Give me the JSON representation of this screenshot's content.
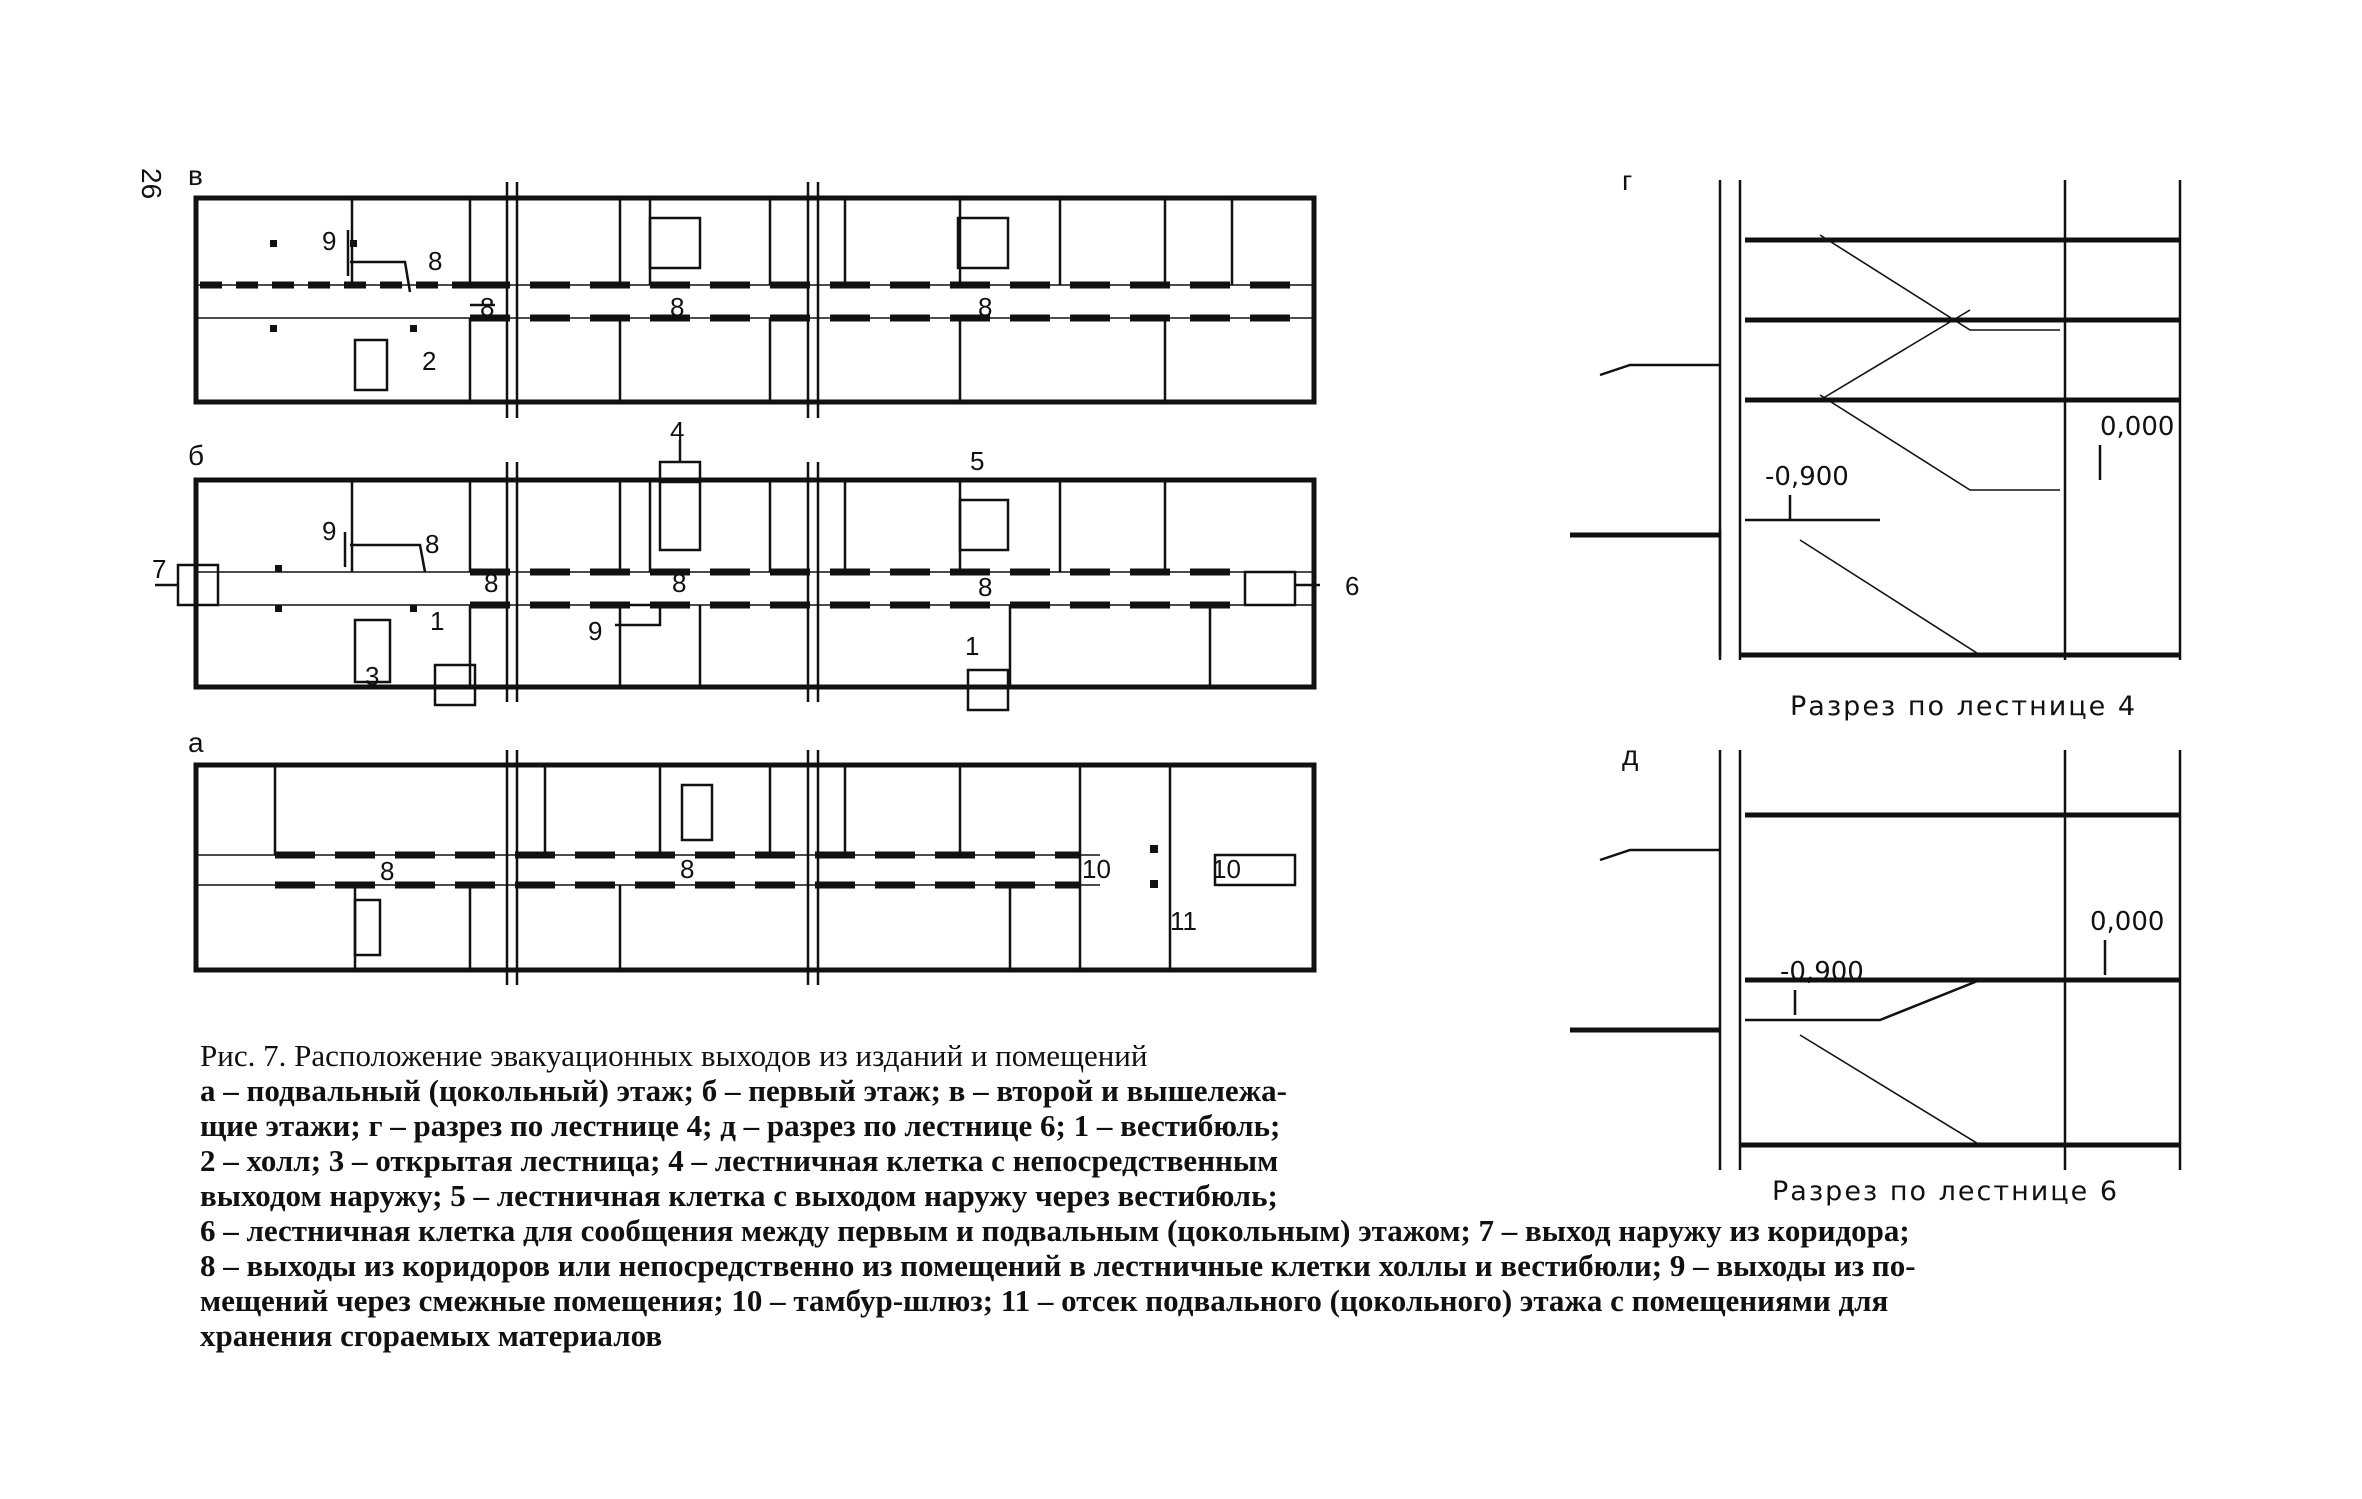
{
  "page_number": "26",
  "plans": {
    "v": {
      "label": "в"
    },
    "b": {
      "label": "б"
    },
    "a": {
      "label": "а"
    }
  },
  "plan_v_numbers": {
    "n9": "9",
    "n8a": "8",
    "n8b": "8",
    "n8c": "8",
    "n8d": "8",
    "n2": "2"
  },
  "plan_b_numbers": {
    "n4": "4",
    "n5": "5",
    "n9a": "9",
    "n8a": "8",
    "n7": "7",
    "n8b": "8",
    "n8c": "8",
    "n8d": "8",
    "n6": "6",
    "n1a": "1",
    "n9b": "9",
    "n1b": "1",
    "n3": "3"
  },
  "plan_a_numbers": {
    "n8a": "8",
    "n8b": "8",
    "n10a": "10",
    "n10b": "10",
    "n11": "11"
  },
  "sections": {
    "g": {
      "label": "г",
      "level_low": "-0,900",
      "level_zero": "0,000",
      "title": "Разрез по лестнице 4"
    },
    "d": {
      "label": "д",
      "level_low": "-0,900",
      "level_zero": "0,000",
      "title": "Разрез по лестнице 6"
    }
  },
  "caption": {
    "title": "Рис. 7. Расположение эвакуационных выходов из изданий и помещений",
    "lines": [
      "а – подвальный (цокольный) этаж; б – первый этаж; в – второй и вышележа-",
      "щие этажи; г – разрез по лестнице 4; д – разрез по лестнице 6; 1 – вестибюль;",
      "2 – холл; 3 – открытая лестница; 4 – лестничная клетка с непосредственным",
      "выходом наружу; 5 – лестничная клетка с выходом наружу через вестибюль;",
      "6 – лестничная клетка для сообщения между первым и подвальным (цокольным) этажом; 7 – выход наружу из коридора;",
      "8 – выходы из коридоров или непосредственно из помещений в лестничные клетки холлы и вестибюли; 9 – выходы из по-",
      "мещений через смежные помещения; 10 – тамбур-шлюз; 11 – отсек подвального (цокольного) этажа с помещениями для",
      "хранения сгораемых материалов"
    ]
  }
}
